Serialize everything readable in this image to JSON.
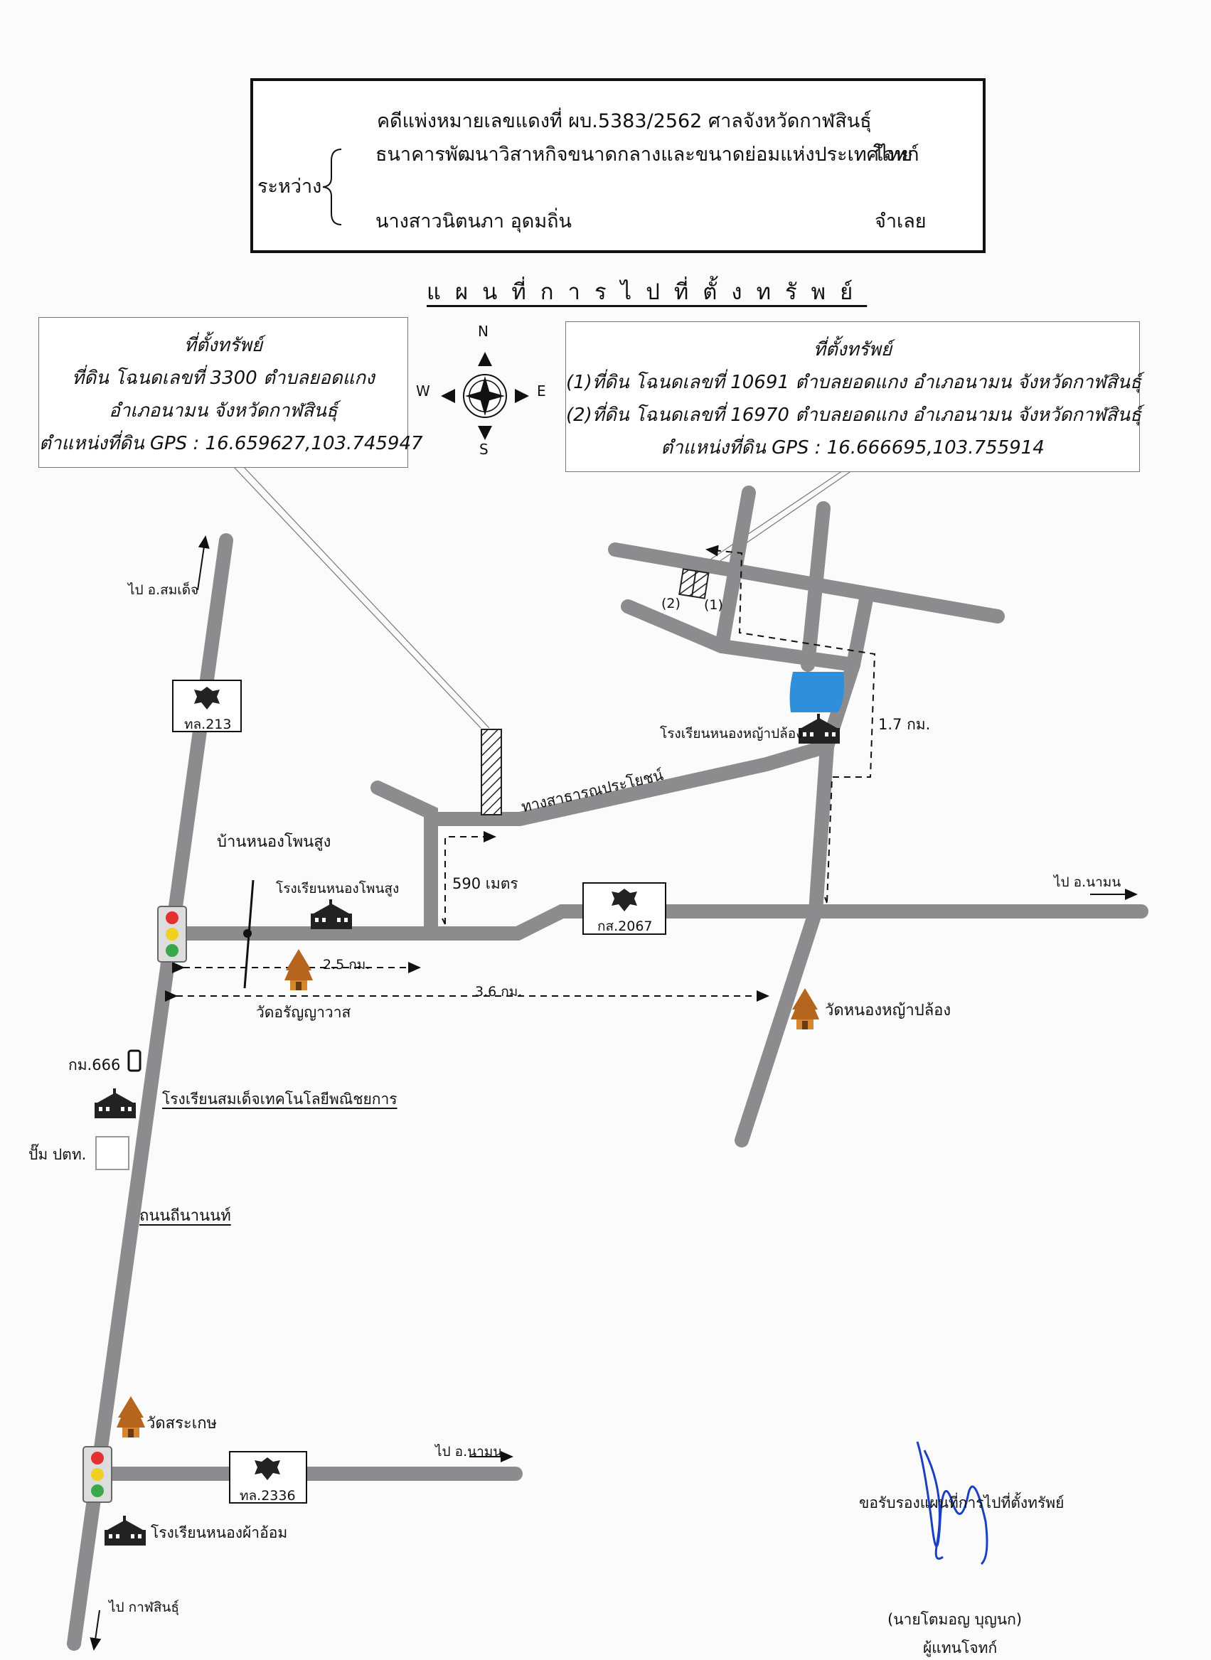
{
  "header": {
    "case_line": "คดีแพ่งหมายเลขแดงที่  ผบ.5383/2562   ศาลจังหวัดกาฬสินธุ์",
    "between_label": "ระหว่าง",
    "plaintiff_name": "ธนาคารพัฒนาวิสาหกิจขนาดกลางและขนาดย่อมแห่งประเทศไทย",
    "plaintiff_role": "โจทก์",
    "defendant_name": "นางสาวนิตนภา  อุดมถิ่น",
    "defendant_role": "จำเลย"
  },
  "map_title": "แผนที่การไปที่ตั้งทรัพย์",
  "callout_left": {
    "heading": "ที่ตั้งทรัพย์",
    "line1": "ที่ดิน โฉนดเลขที่ 3300 ตำบลยอดแกง",
    "line2": "อำเภอนามน จังหวัดกาฬสินธุ์",
    "line3": "ตำแหน่งที่ดิน GPS : 16.659627,103.745947"
  },
  "callout_right": {
    "heading": "ที่ตั้งทรัพย์",
    "line1": "(1)ที่ดิน โฉนดเลขที่ 10691 ตำบลยอดแกง อำเภอนามน จังหวัดกาฬสินธุ์",
    "line2": "(2)ที่ดิน โฉนดเลขที่ 16970 ตำบลยอดแกง อำเภอนามน จังหวัดกาฬสินธุ์",
    "line3": "ตำแหน่งที่ดิน GPS : 16.666695,103.755914"
  },
  "compass": {
    "n": "N",
    "s": "S",
    "e": "E",
    "w": "W"
  },
  "labels": {
    "to_somdet": "ไป อ.สมเด็จ",
    "route_213": "ทล.213",
    "route_2067": "กส.2067",
    "route_2336": "ทล.2336",
    "to_namon_1": "ไป อ.นามน",
    "to_namon_2": "ไป อ.นามน",
    "to_kalasin": "ไป กาฬสินธุ์",
    "ban_nong_phon_sung": "บ้านหนองโพนสูง",
    "school_nong_phon_sung": "โรงเรียนหนองโพนสูง",
    "school_nong_ya_plong": "โรงเรียนหนองหญ้าปล้อง",
    "public_way": "ทางสาธารณประโยชน์",
    "dist_590": "590 เมตร",
    "dist_1_7": "1.7 กม.",
    "dist_2_5": "2.5 กม.",
    "dist_3_6": "3.6 กม.",
    "wat_aranyawat": "วัดอรัญญาวาส",
    "wat_nong_ya_plong": "วัดหนองหญ้าปล้อง",
    "km_666": "กม.666",
    "school_somdet_tech": "โรงเรียนสมเด็จเทคโนโลยีพณิชยการ",
    "pump_ptt": "ปั๊ม ปตท.",
    "thanon_thinanon": "ถนนถีนานนท์",
    "wat_sa_kesa": "วัดสระเกษ",
    "school_nong_pha_om": "โรงเรียนหนองผ้าอ้อม",
    "plot_1": "(1)",
    "plot_2": "(2)"
  },
  "signature": {
    "certify": "ขอรับรองแผนที่การไปที่ตั้งทรัพย์",
    "name": "(นายโตมอญ   บุญนก)",
    "role": "ผู้แทนโจทก์"
  },
  "colors": {
    "road": "#8c8c8e",
    "pond": "#2f8fdb",
    "signature": "#1a3fbf"
  }
}
